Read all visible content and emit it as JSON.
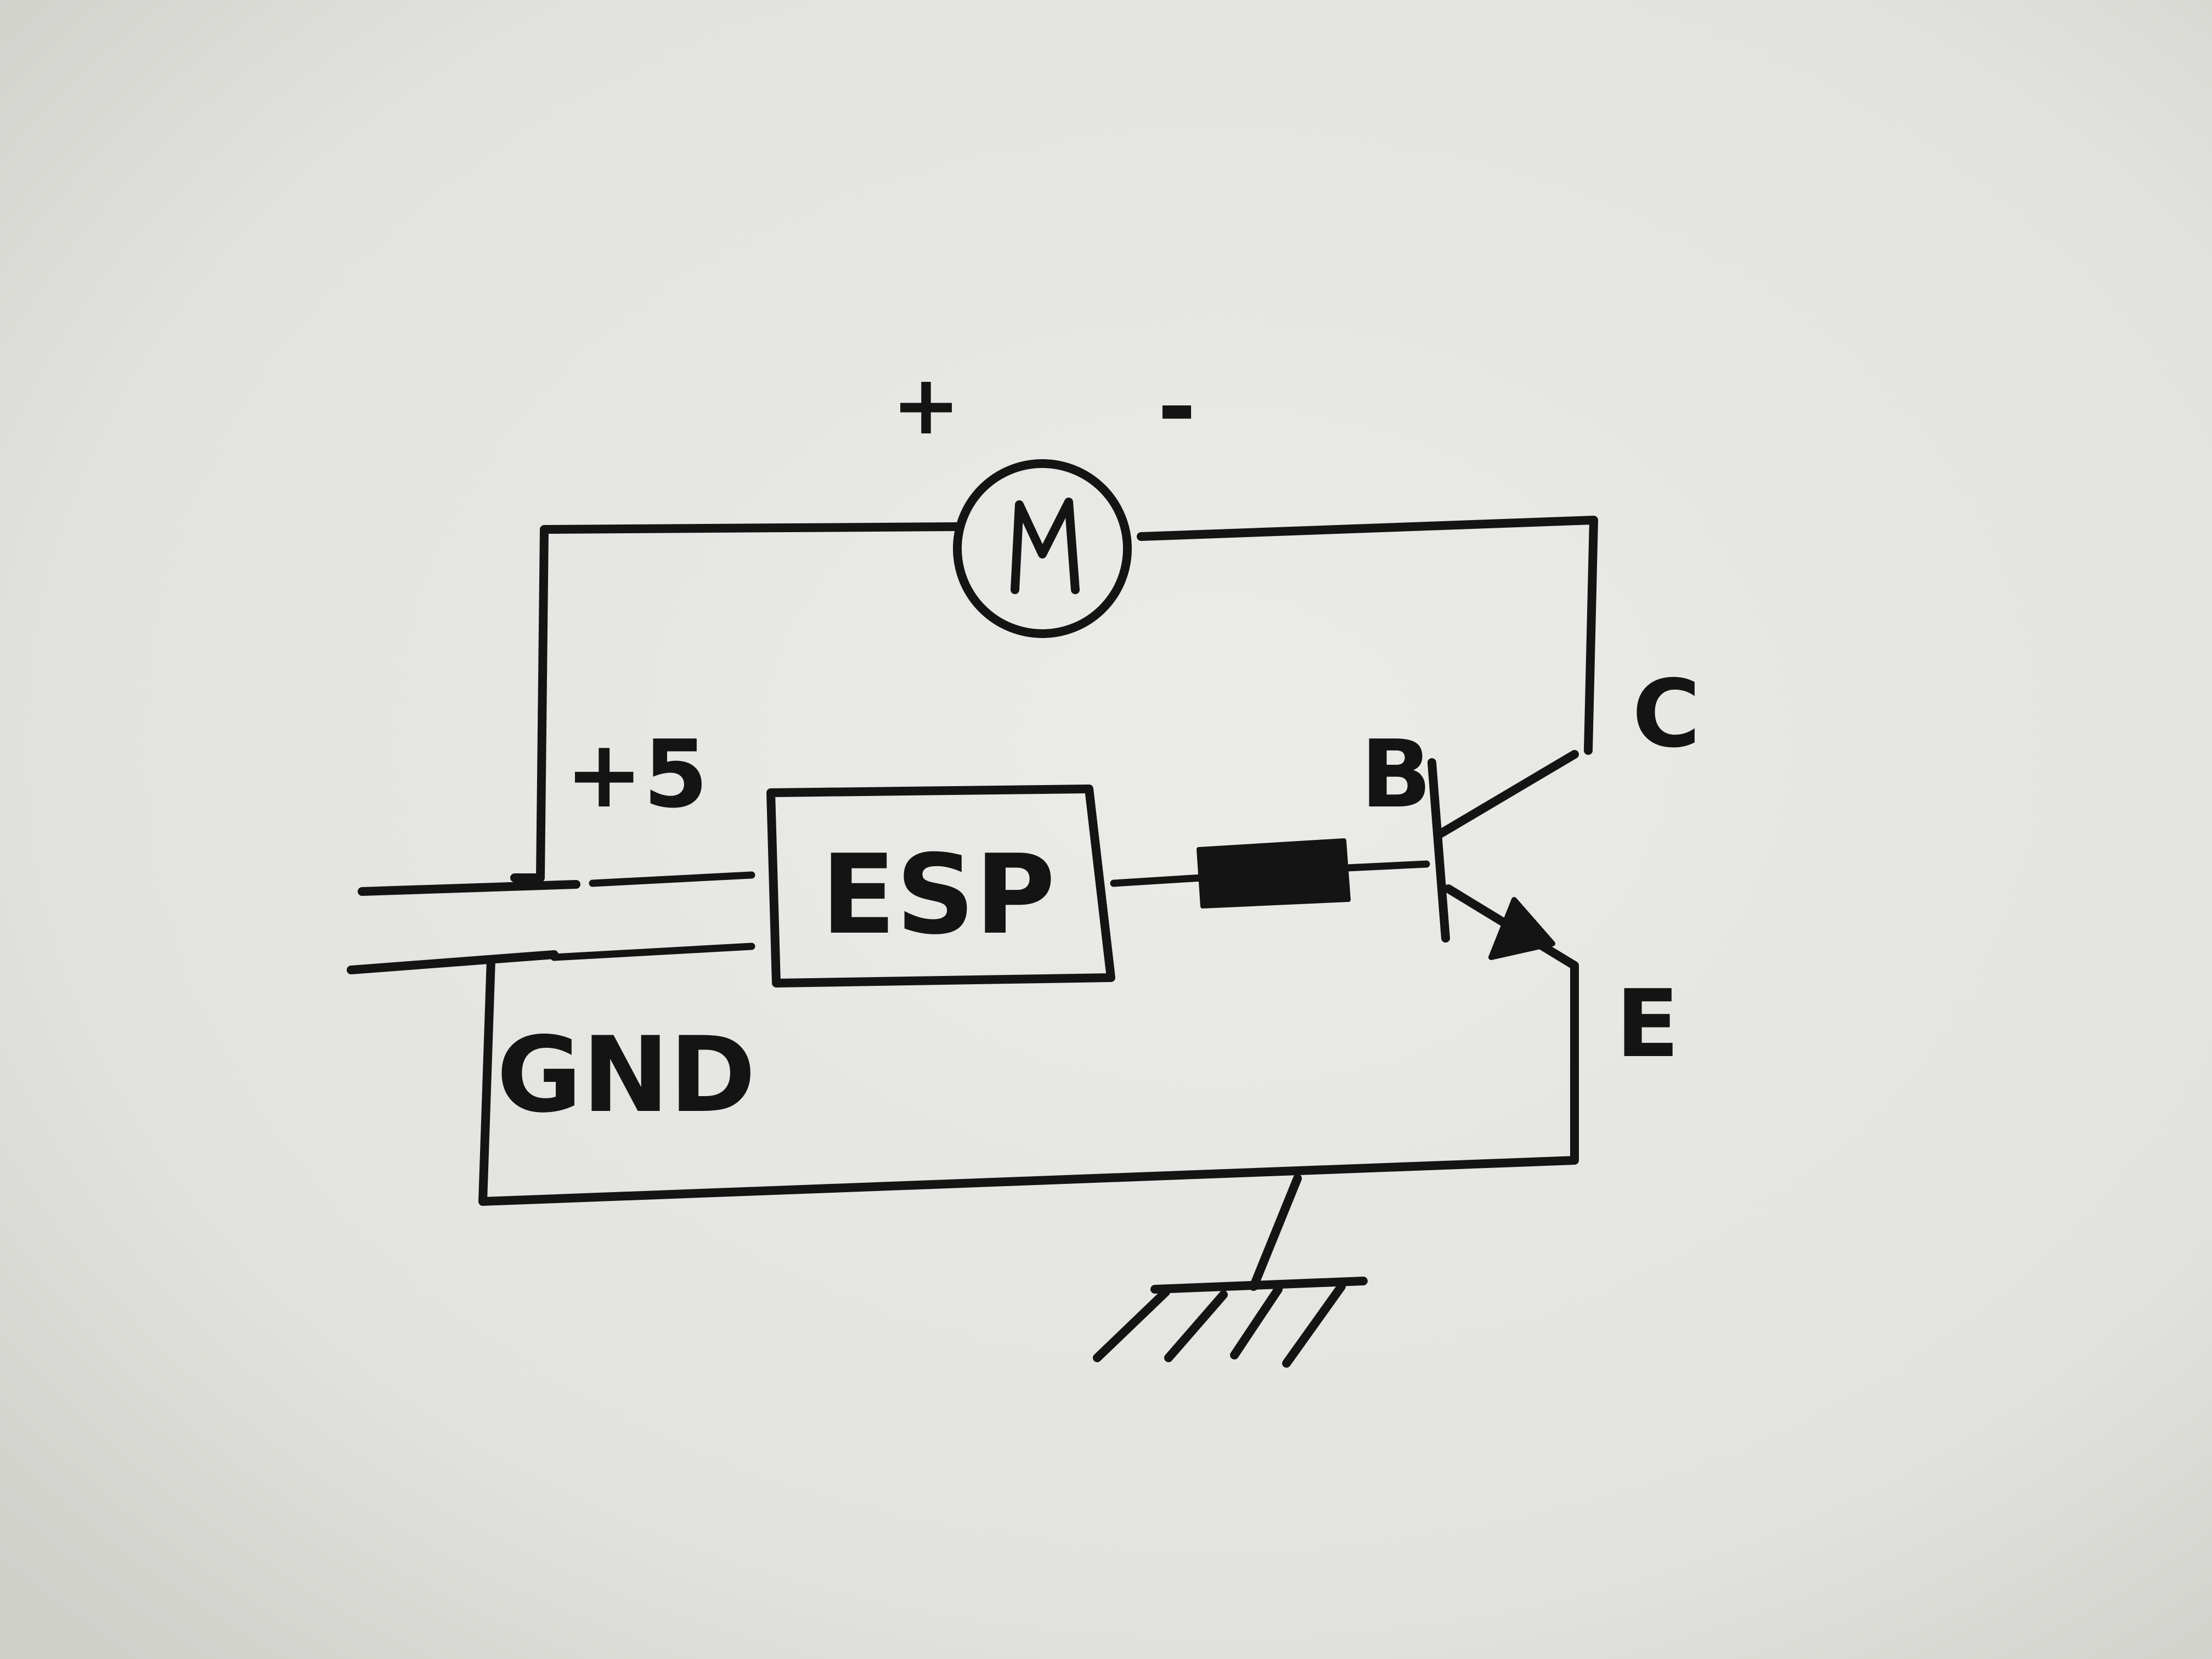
{
  "diagram": {
    "motor": {
      "symbol_text": "M",
      "plus_label": "+",
      "minus_label": "-"
    },
    "supply": {
      "positive_label": "+5",
      "ground_label": "GND"
    },
    "controller": {
      "label": "ESP"
    },
    "transistor": {
      "base_label": "B",
      "collector_label": "C",
      "emitter_label": "E"
    }
  },
  "colors": {
    "paper": "#e6e6e2",
    "ink": "#141414"
  }
}
